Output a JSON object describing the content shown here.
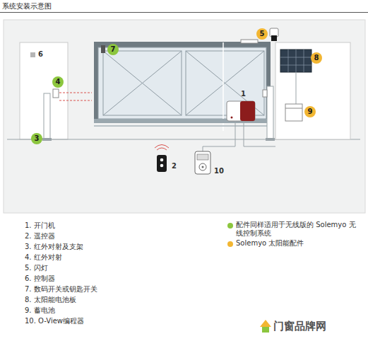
{
  "diagram": {
    "title": "系统安装示意图",
    "nodes": [
      {
        "text": [
          "5"
        ]
      },
      {
        "text": [
          "7"
        ]
      },
      {
        "text": [
          "8"
        ]
      },
      {
        "text": [
          "4"
        ]
      },
      {
        "text": [
          "9"
        ]
      },
      {
        "text": [
          "3"
        ]
      }
    ],
    "labels": [
      "6",
      "1",
      "2",
      "10",
      "1. 开门机",
      "2. 遥控器",
      "3. 红外对射及支架",
      "4. 红外对射",
      "5. 闪灯",
      "6. 控制器",
      "7. 数码开关或钥匙开关",
      "8. 太阳能电池板",
      "9. 蓄电池",
      "10. O-View编程器",
      "门窗品牌网"
    ],
    "legend": [
      {
        "text": "配件同样适用于无线版的 Solemyo 无线控制系统",
        "color": "#8cc63e"
      },
      {
        "text": "Solemyo 太阳能配件",
        "color": "#f2b632"
      }
    ]
  }
}
